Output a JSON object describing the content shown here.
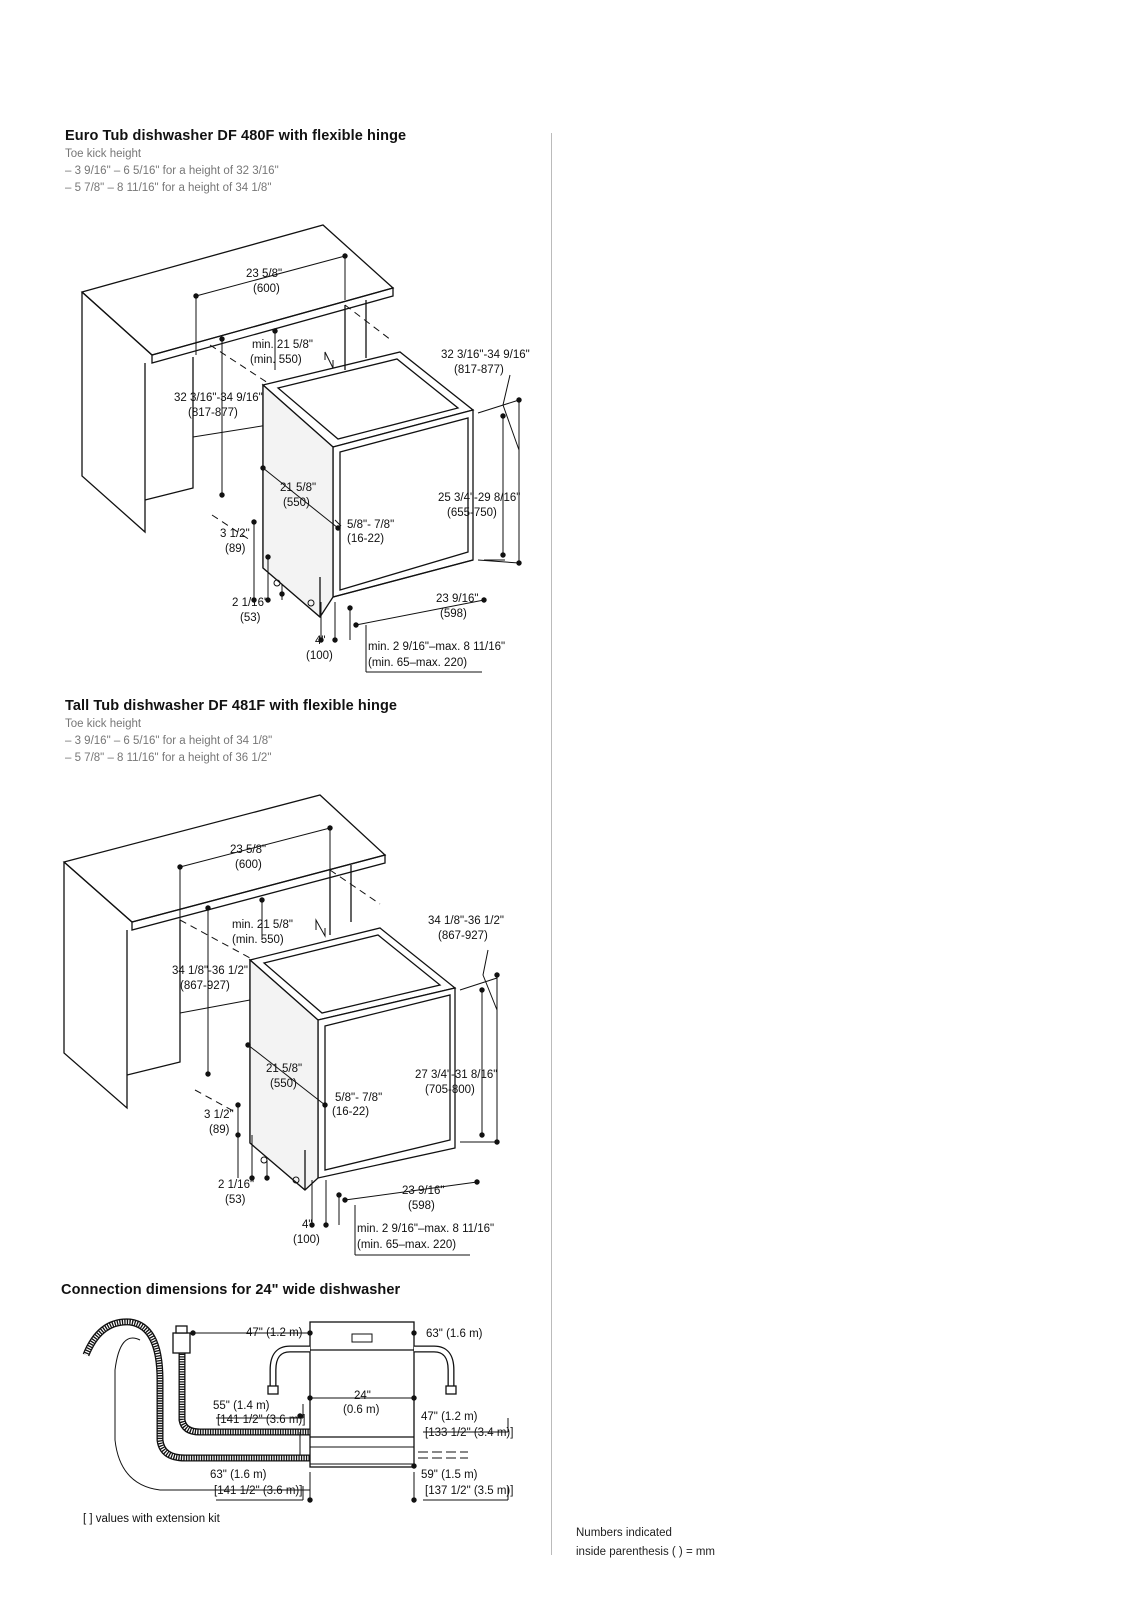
{
  "section1": {
    "title": "Euro Tub dishwasher DF 480F with flexible hinge",
    "lines": [
      "Toe kick height",
      "– 3 9/16\" – 6 5/16\" for a height of 32 3/16\"",
      "– 5 7/8\" – 8 11/16\" for a height of 34 1/8\""
    ],
    "dims": {
      "width": "23 5/8\"",
      "width_mm": "(600)",
      "depth": "min. 21 5/8\"",
      "depth_mm": "(min. 550)",
      "h_right": "32 3/16\"-34 9/16\"",
      "h_right_mm": "(817-877)",
      "h_left": "32 3/16\"-34 9/16\"",
      "h_left_mm": "(817-877)",
      "side": "21 5/8\"",
      "side_mm": "(550)",
      "door": "25 3/4\"-29 8/16\"",
      "door_mm": "(655-750)",
      "gap": "5/8\"- 7/8\"",
      "gap_mm": "(16-22)",
      "kick": "3 1/2\"",
      "kick_mm": "(89)",
      "foot": "2 1/16\"",
      "foot_mm": "(53)",
      "unitw": "23 9/16\"",
      "unitw_mm": "(598)",
      "base": "4\"",
      "base_mm": "(100)",
      "toe": "min. 2 9/16\"–max. 8 11/16\"",
      "toe_mm": "(min. 65–max. 220)"
    }
  },
  "section2": {
    "title": "Tall Tub dishwasher DF 481F with flexible hinge",
    "lines": [
      "Toe kick height",
      "– 3 9/16\" – 6 5/16\" for a height of 34 1/8\"",
      "– 5 7/8\" – 8 11/16\" for a height of 36 1/2\""
    ],
    "dims": {
      "width": "23 5/8\"",
      "width_mm": "(600)",
      "depth": "min. 21 5/8\"",
      "depth_mm": "(min. 550)",
      "h_right": "34 1/8\"-36 1/2\"",
      "h_right_mm": "(867-927)",
      "h_left": "34 1/8\"-36 1/2\"",
      "h_left_mm": "(867-927)",
      "side": "21 5/8\"",
      "side_mm": "(550)",
      "door": "27 3/4\"-31 8/16\"",
      "door_mm": "(705-800)",
      "gap": "5/8\"- 7/8\"",
      "gap_mm": "(16-22)",
      "kick": "3 1/2\"",
      "kick_mm": "(89)",
      "foot": "2 1/16\"",
      "foot_mm": "(53)",
      "unitw": "23 9/16\"",
      "unitw_mm": "(598)",
      "base": "4\"",
      "base_mm": "(100)",
      "toe": "min. 2 9/16\"–max. 8 11/16\"",
      "toe_mm": "(min. 65–max. 220)"
    }
  },
  "section3": {
    "title": "Connection dimensions for 24\" wide dishwasher",
    "dims": {
      "top_left": "47\" (1.2 m)",
      "top_right": "63\" (1.6 m)",
      "mid_left_1": "55\" (1.4 m)",
      "mid_left_2": "[141 1/2\" (3.6 m)]",
      "center_1": "24\"",
      "center_2": "(0.6 m)",
      "right_1a": "47\" (1.2 m)",
      "right_1b": "[133 1/2\" (3.4 m)]",
      "bot_left_1": "63\" (1.6 m)",
      "bot_left_2": "[141 1/2\" (3.6 m)]",
      "right_2a": "59\" (1.5 m)",
      "right_2b": "[137 1/2\" (3.5 m)]"
    },
    "note": "[ ] values with extension kit"
  },
  "footer": {
    "line1": "Numbers indicated",
    "line2": "inside parenthesis (    ) = mm"
  }
}
